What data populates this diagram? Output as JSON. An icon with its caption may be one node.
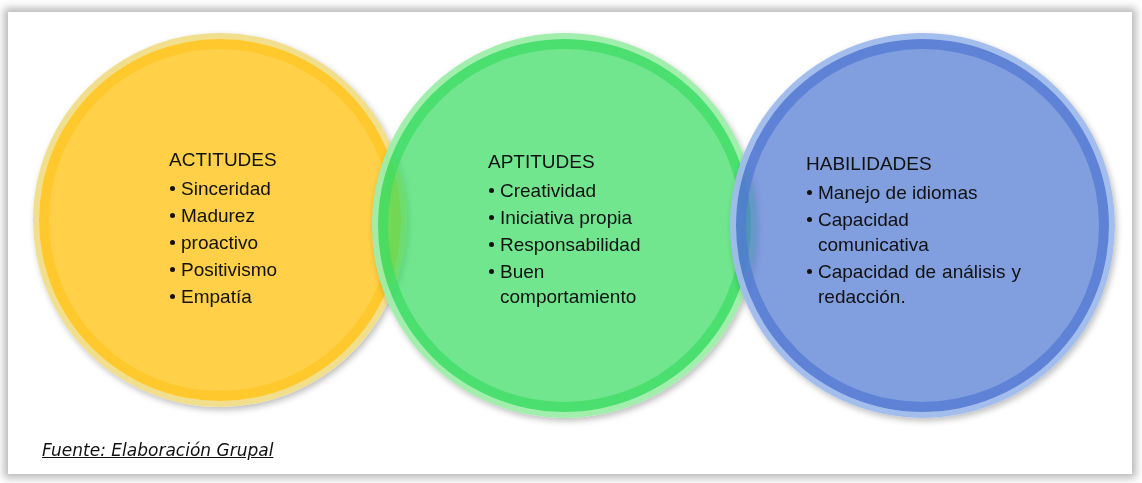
{
  "diagram": {
    "caption": "Fuente: Elaboración Grupal",
    "nodes": [
      {
        "text": [
          "ACTITUDES",
          "Sinceridad",
          "Madurez",
          "proactivo",
          "Positivismo",
          "Empatía"
        ]
      },
      {
        "text": [
          "APTITUDES",
          "Creatividad",
          "Iniciativa propia",
          "Responsabilidad",
          "Buen comportamiento"
        ]
      },
      {
        "text": [
          "HABILIDADES",
          "Manejo de idiomas",
          "Capacidad comunicativa",
          "Capacidad de análisis y redacción."
        ]
      }
    ],
    "edges": []
  }
}
